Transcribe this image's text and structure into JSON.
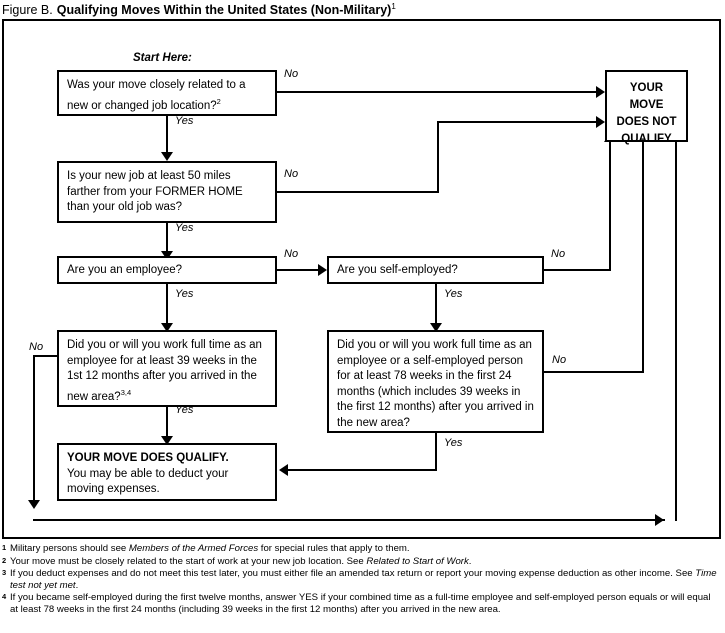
{
  "caption": {
    "figure_label": "Figure B.",
    "title": "Qualifying Moves Within the United States (Non-Military)",
    "title_superscript": "1"
  },
  "start_label": "Start Here:",
  "nodes": {
    "q1": {
      "id": "q1",
      "text": "Was your move closely related to a new or changed job location?",
      "superscript": "2",
      "yes_label": "Yes",
      "no_label": "No"
    },
    "q2": {
      "id": "q2",
      "text": "Is your new job at least 50 miles farther from your FORMER HOME than your old job was?",
      "yes_label": "Yes",
      "no_label": "No"
    },
    "q3": {
      "id": "q3",
      "text": "Are you an employee?",
      "yes_label": "Yes",
      "no_label": "No"
    },
    "q4": {
      "id": "q4",
      "text": "Are you self-employed?",
      "yes_label": "Yes",
      "no_label": "No"
    },
    "q5": {
      "id": "q5",
      "text": "Did you or will you work full time as an employee for at least 39 weeks in the 1st 12 months after you arrived in the new area?",
      "superscript": "3,4",
      "yes_label": "Yes",
      "no_label": "No"
    },
    "q6": {
      "id": "q6",
      "text": "Did you or will you work full time as an employee or a self-employed person for at least 78 weeks in the first 24 months (which includes 39 weeks in the first 12 months) after you arrived in the new area?",
      "yes_label": "Yes",
      "no_label": "No"
    },
    "not_qualify": {
      "id": "not-qualify",
      "line1": "YOUR",
      "line2": "MOVE",
      "line3": "DOES NOT",
      "line4": "QUALIFY"
    },
    "does_qualify": {
      "id": "does-qualify",
      "heading": "YOUR MOVE DOES QUALIFY.",
      "body": "You may be able to deduct your moving expenses."
    }
  },
  "footnotes": [
    {
      "marker": "1",
      "parts": [
        {
          "text": "Military persons should see ",
          "italic": false
        },
        {
          "text": "Members of the Armed Forces",
          "italic": true
        },
        {
          "text": " for special rules that apply to them.",
          "italic": false
        }
      ]
    },
    {
      "marker": "2",
      "parts": [
        {
          "text": "Your move must be closely related to the start of work at your new job location. See ",
          "italic": false
        },
        {
          "text": "Related to Start of Work",
          "italic": true
        },
        {
          "text": ".",
          "italic": false
        }
      ]
    },
    {
      "marker": "3",
      "parts": [
        {
          "text": "If you deduct expenses and do not meet this test later, you must either file an amended tax return or report your moving expense deduction as other income. See ",
          "italic": false
        },
        {
          "text": "Time test not yet met",
          "italic": true
        },
        {
          "text": ".",
          "italic": false
        }
      ]
    },
    {
      "marker": "4",
      "parts": [
        {
          "text": "If you became self-employed during the first twelve months, answer YES if your combined time as a full-time employee and self-employed person equals or will equal at least 78 weeks in the first 24 months (including 39 weeks in the first 12 months) after you arrived in the new area.",
          "italic": false
        }
      ]
    }
  ],
  "colors": {
    "ink": "#000000",
    "paper": "#ffffff"
  }
}
